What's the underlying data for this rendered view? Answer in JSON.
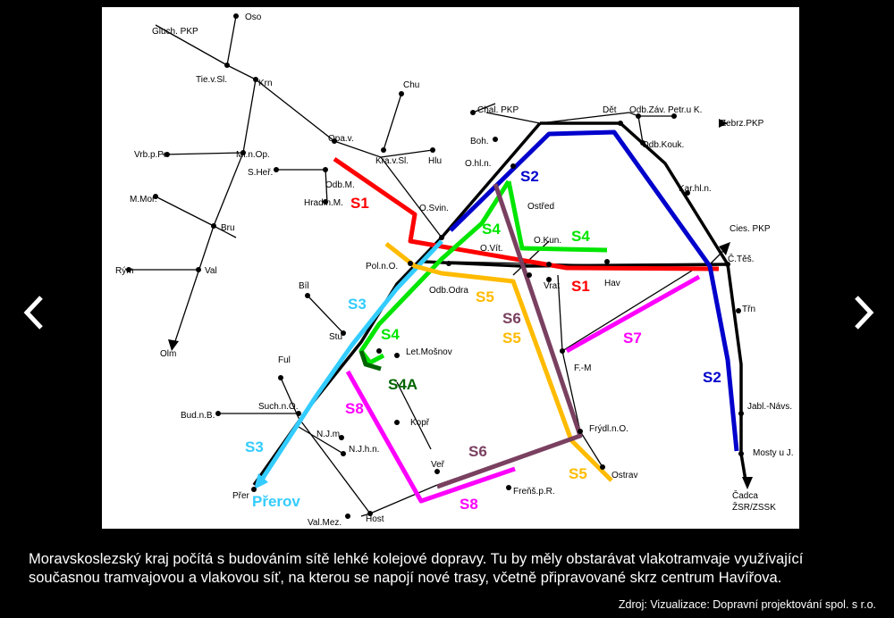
{
  "gallery": {
    "prev_icon": "chevron-left-icon",
    "next_icon": "chevron-right-icon"
  },
  "caption": "Moravskoslezský kraj počítá s budováním sítě lehké kolejové dopravy. Tu by měly obstarávat vlakotramvaje využívající současnou tramvajovou a vlakovou síť, na kterou se napojí nové trasy, včetně připravované skrz centrum Havířova.",
  "source": "Zdroj: Vizualizace: Dopravní projektování spol. s r.o.",
  "map": {
    "colors": {
      "S1": "#ff0000",
      "S2": "#0000cc",
      "S3": "#33ccff",
      "S4": "#00e600",
      "S4A": "#006400",
      "S5": "#ffbb00",
      "S6": "#7a4060",
      "S7": "#ff00ff",
      "S8": "#ff00ff",
      "base": "#000000"
    },
    "routes": [
      {
        "key": "S1",
        "label": "S1",
        "color": "#ff0000"
      },
      {
        "key": "S1b",
        "label": "S1",
        "color": "#ff0000"
      },
      {
        "key": "S2a",
        "label": "S2",
        "color": "#0000cc"
      },
      {
        "key": "S2b",
        "label": "S2",
        "color": "#0000cc"
      },
      {
        "key": "S3a",
        "label": "S3",
        "color": "#33ccff"
      },
      {
        "key": "S3b",
        "label": "S3",
        "color": "#33ccff"
      },
      {
        "key": "S4a",
        "label": "S4",
        "color": "#00e600"
      },
      {
        "key": "S4b",
        "label": "S4",
        "color": "#00e600"
      },
      {
        "key": "S4c",
        "label": "S4",
        "color": "#00e600"
      },
      {
        "key": "S4A",
        "label": "S4A",
        "color": "#006400"
      },
      {
        "key": "S5a",
        "label": "S5",
        "color": "#ffbb00"
      },
      {
        "key": "S5b",
        "label": "S5",
        "color": "#ffbb00"
      },
      {
        "key": "S5c",
        "label": "S5",
        "color": "#ffbb00"
      },
      {
        "key": "S6a",
        "label": "S6",
        "color": "#7a4060"
      },
      {
        "key": "S6b",
        "label": "S6",
        "color": "#7a4060"
      },
      {
        "key": "S7",
        "label": "S7",
        "color": "#ff00ff"
      },
      {
        "key": "S8a",
        "label": "S8",
        "color": "#ff00ff"
      },
      {
        "key": "S8b",
        "label": "S8",
        "color": "#ff00ff"
      },
      {
        "key": "Prerov",
        "label": "Přerov",
        "color": "#33ccff"
      }
    ],
    "stations": [
      "Oso",
      "Gluch. PKP",
      "Tie.v.Sl.",
      "Krn",
      "Chu",
      "Vrb.p.Pr",
      "Mi.n.Op.",
      "Opa.v.",
      "S.Heř.",
      "Kra.v.Sl.",
      "Hlu",
      "Odb.M.",
      "Hrad.n.M.",
      "M.Mor.",
      "Bru",
      "Rým",
      "Val",
      "Olm",
      "O.Svin.",
      "Chal. PKP",
      "Boh.",
      "O.hl.n.",
      "Dět",
      "Odb.Záv.",
      "Petr.u K.",
      "Zebrz.PKP",
      "Odb.Kouk.",
      "Kar.hl.n.",
      "Ostřed",
      "O.Kun.",
      "O.Vít.",
      "Pol.n.O.",
      "Odb.Odra",
      "Vrat",
      "Hav",
      "Cies. PKP",
      "Č.Těš.",
      "Třn",
      "Bíl",
      "Stu",
      "Let.Mošnov",
      "Ful",
      "F.-M",
      "Jabl.-Návs.",
      "Bud.n.B.",
      "Such.n.O.",
      "N.J.m.",
      "N.J.h.n.",
      "Kopř",
      "Frýdl.n.O.",
      "Mosty u J.",
      "Veř",
      "Ostrav",
      "Freňš.p.R.",
      "Přer",
      "Val.Mez.",
      "Host",
      "Čadca",
      "ŽSR/ZSSK"
    ]
  }
}
